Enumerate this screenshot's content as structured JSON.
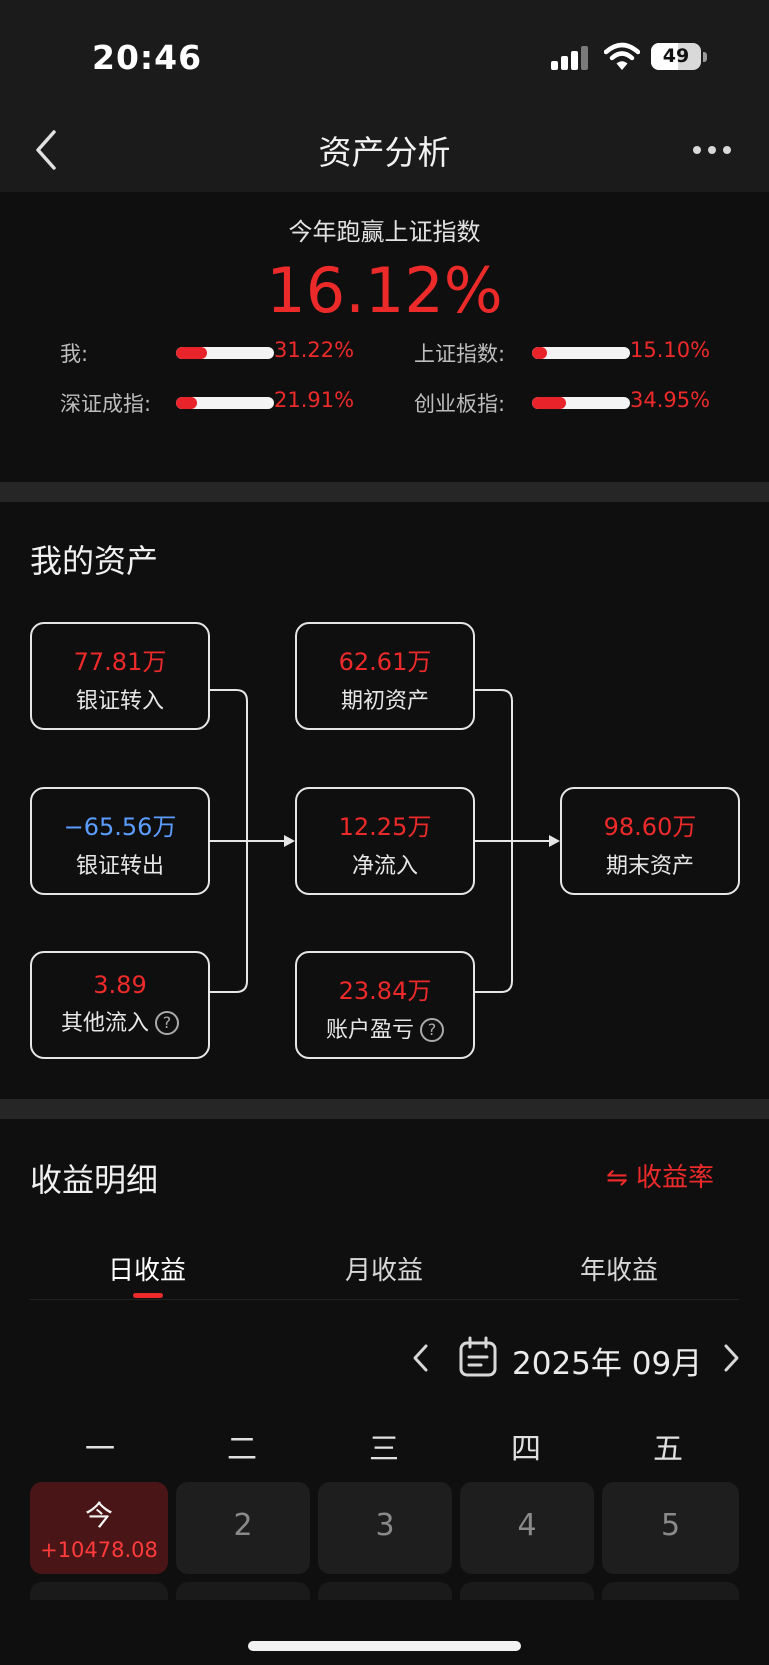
{
  "status_bar": {
    "time": "20:46",
    "battery": "49"
  },
  "nav": {
    "title": "资产分析"
  },
  "performance": {
    "title": "今年跑赢上证指数",
    "value": "16.12%",
    "comparisons": [
      {
        "label": "我:",
        "value": "31.22%",
        "fill": 0.3122
      },
      {
        "label": "上证指数:",
        "value": "15.10%",
        "fill": 0.151
      },
      {
        "label": "深证成指:",
        "value": "21.91%",
        "fill": 0.2191
      },
      {
        "label": "创业板指:",
        "value": "34.95%",
        "fill": 0.3495
      }
    ]
  },
  "assets": {
    "title": "我的资产",
    "nodes": {
      "transfer_in": {
        "value": "77.81万",
        "label": "银证转入"
      },
      "transfer_out": {
        "value": "−65.56万",
        "label": "银证转出"
      },
      "other_in": {
        "value": "3.89",
        "label": "其他流入"
      },
      "begin": {
        "value": "62.61万",
        "label": "期初资产"
      },
      "net_in": {
        "value": "12.25万",
        "label": "净流入"
      },
      "pnl": {
        "value": "23.84万",
        "label": "账户盈亏"
      },
      "end": {
        "value": "98.60万",
        "label": "期末资产"
      }
    },
    "help_glyph": "?"
  },
  "earnings": {
    "title": "收益明细",
    "rate_toggle": "⇋ 收益率",
    "tabs": [
      "日收益",
      "月收益",
      "年收益"
    ],
    "active_tab": 0,
    "month": "2025年 09月",
    "weekdays": [
      "一",
      "二",
      "三",
      "四",
      "五"
    ],
    "days": [
      {
        "label": "今",
        "gain": "+10478.08",
        "today": true
      },
      {
        "label": "2"
      },
      {
        "label": "3"
      },
      {
        "label": "4"
      },
      {
        "label": "5"
      }
    ]
  },
  "icons": {
    "back": "chevron-left-icon",
    "more": "more-icon",
    "calendar": "calendar-icon",
    "prev_month": "chevron-left-icon",
    "next_month": "chevron-right-icon",
    "help": "question-circle-icon"
  },
  "colors": {
    "up": "#ec2a2a",
    "down": "#5b9cff",
    "background": "#0f0f10",
    "card": "#1e1e1f"
  }
}
